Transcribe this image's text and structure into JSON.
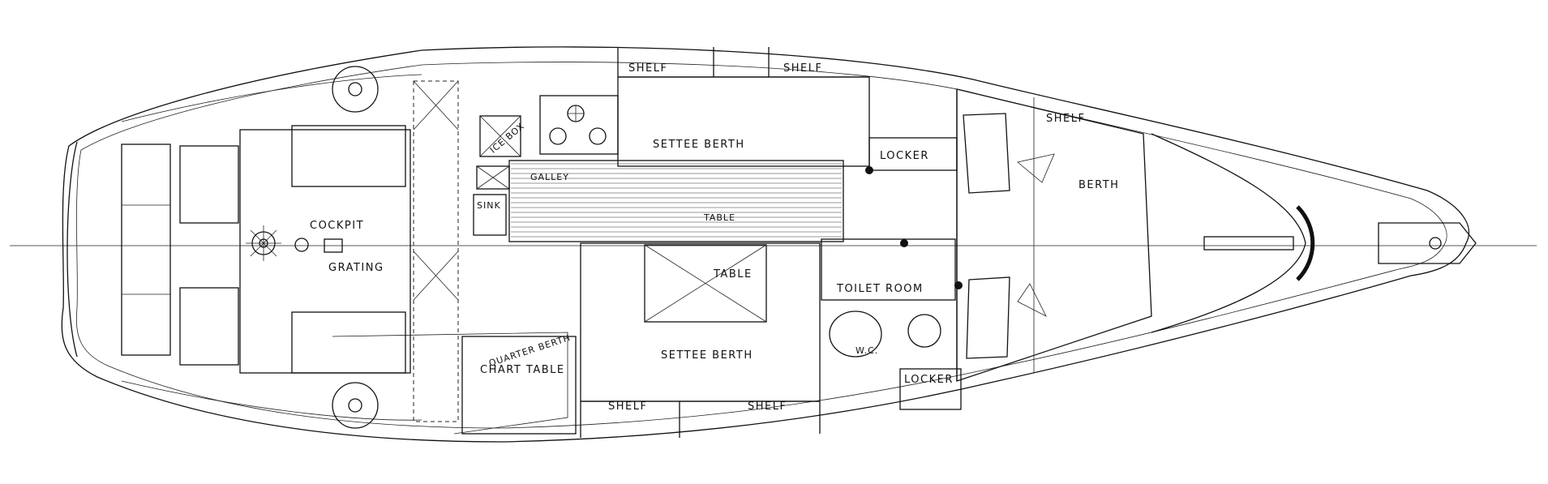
{
  "labels": {
    "shelf_top_left": "SHELF",
    "shelf_top_right": "SHELF",
    "settee_berth_top": "SETTEE BERTH",
    "locker_mid": "LOCKER",
    "shelf_forward": "SHELF",
    "berth_forward": "BERTH",
    "ice_box": "ICE BOX",
    "galley": "GALLEY",
    "sink": "SINK",
    "table_sole": "TABLE",
    "cockpit": "COCKPIT",
    "grating": "GRATING",
    "table": "TABLE",
    "toilet_room": "TOILET ROOM",
    "wc": "W.C.",
    "quarter_berth": "QUARTER BERTH",
    "chart_table": "CHART TABLE",
    "settee_berth_bottom": "SETTEE BERTH",
    "shelf_bottom_left": "SHELF",
    "shelf_bottom_right": "SHELF",
    "locker_bottom": "LOCKER"
  }
}
